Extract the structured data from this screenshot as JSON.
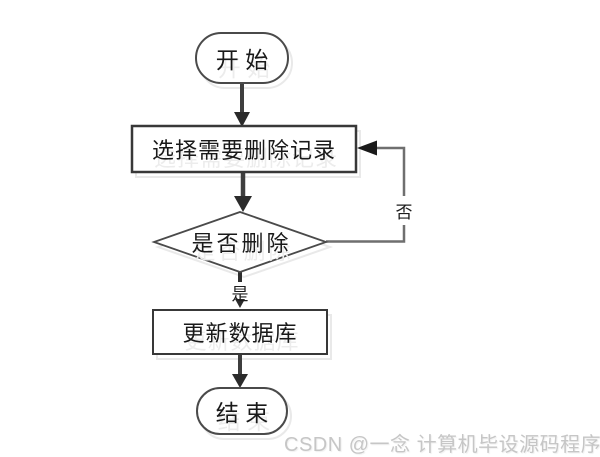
{
  "diagram": {
    "title": "delete-record-flowchart",
    "nodes": {
      "start": {
        "label": "开始",
        "type": "terminator"
      },
      "select": {
        "label": "选择需要删除记录",
        "type": "process"
      },
      "decision": {
        "label": "是否删除",
        "type": "decision"
      },
      "update": {
        "label": "更新数据库",
        "type": "process"
      },
      "end": {
        "label": "结束",
        "type": "terminator"
      }
    },
    "edges": [
      {
        "from": "start",
        "to": "select",
        "label": ""
      },
      {
        "from": "select",
        "to": "decision",
        "label": ""
      },
      {
        "from": "decision",
        "to": "update",
        "label": "是"
      },
      {
        "from": "decision",
        "to": "select",
        "label": "否"
      },
      {
        "from": "update",
        "to": "end",
        "label": ""
      }
    ],
    "edge_labels": {
      "yes": "是",
      "no": "否"
    }
  },
  "watermark": {
    "text": "CSDN @一念 计算机毕设源码程序"
  },
  "colors": {
    "background": "#ffffff",
    "shape_border": "#3f3f3f",
    "shape_fill": "#ffffff",
    "connector_line": "#6f6f6f",
    "arrow_line": "#3e3e3e",
    "arrowhead": "#1f1f1f",
    "text": "#191919",
    "ghost_shadow": "#ececec",
    "watermark_text": "#c6c6c6"
  }
}
